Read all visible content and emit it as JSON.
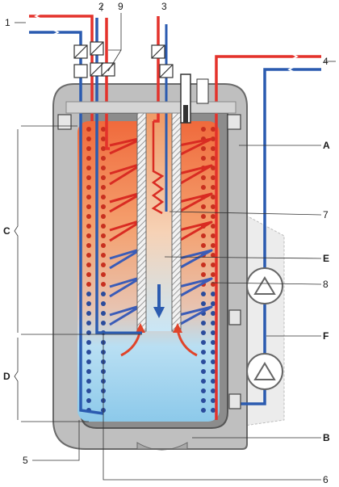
{
  "labels": {
    "n1": "1",
    "n2": "2",
    "n3": "3",
    "n4": "4",
    "n5": "5",
    "n6": "6",
    "n7": "7",
    "n8": "8",
    "n9": "9",
    "A": "A",
    "B": "B",
    "C": "C",
    "D": "D",
    "E": "E",
    "F": "F"
  },
  "colors": {
    "hot": "#e4322b",
    "cold": "#2b5bb0",
    "hot_water": "#f08a5a",
    "cold_water": "#9fd0ec",
    "shell": "#8a8a8a",
    "shell_dark": "#5a5a5a",
    "insulation": "#c9c9c9",
    "text": "#1a1a1a"
  },
  "icons": {
    "valve": "valve-icon",
    "pump": "pump-icon",
    "flow_arrow": "flow-arrow-icon",
    "thermostat": "thermostat-icon"
  }
}
